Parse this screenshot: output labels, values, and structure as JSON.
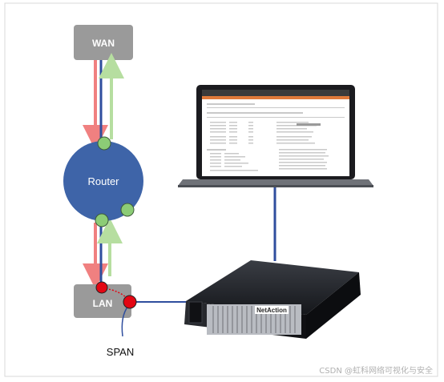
{
  "nodes": {
    "wan": {
      "label": "WAN"
    },
    "router": {
      "label": "Router"
    },
    "lan": {
      "label": "LAN"
    },
    "span": {
      "label": "SPAN"
    },
    "appliance": {
      "brand": "NetAction"
    }
  },
  "colors": {
    "box_gray": "#9a9a9a",
    "router_blue": "#3e64a8",
    "port_green": "#8ccc76",
    "link_blue": "#2f4e9e",
    "link_red": "#f08080",
    "link_green": "#b6dea0",
    "span_red": "#e30613",
    "appliance_body": "#1d1f24"
  },
  "watermark": "CSDN @虹科网络可视化与安全"
}
